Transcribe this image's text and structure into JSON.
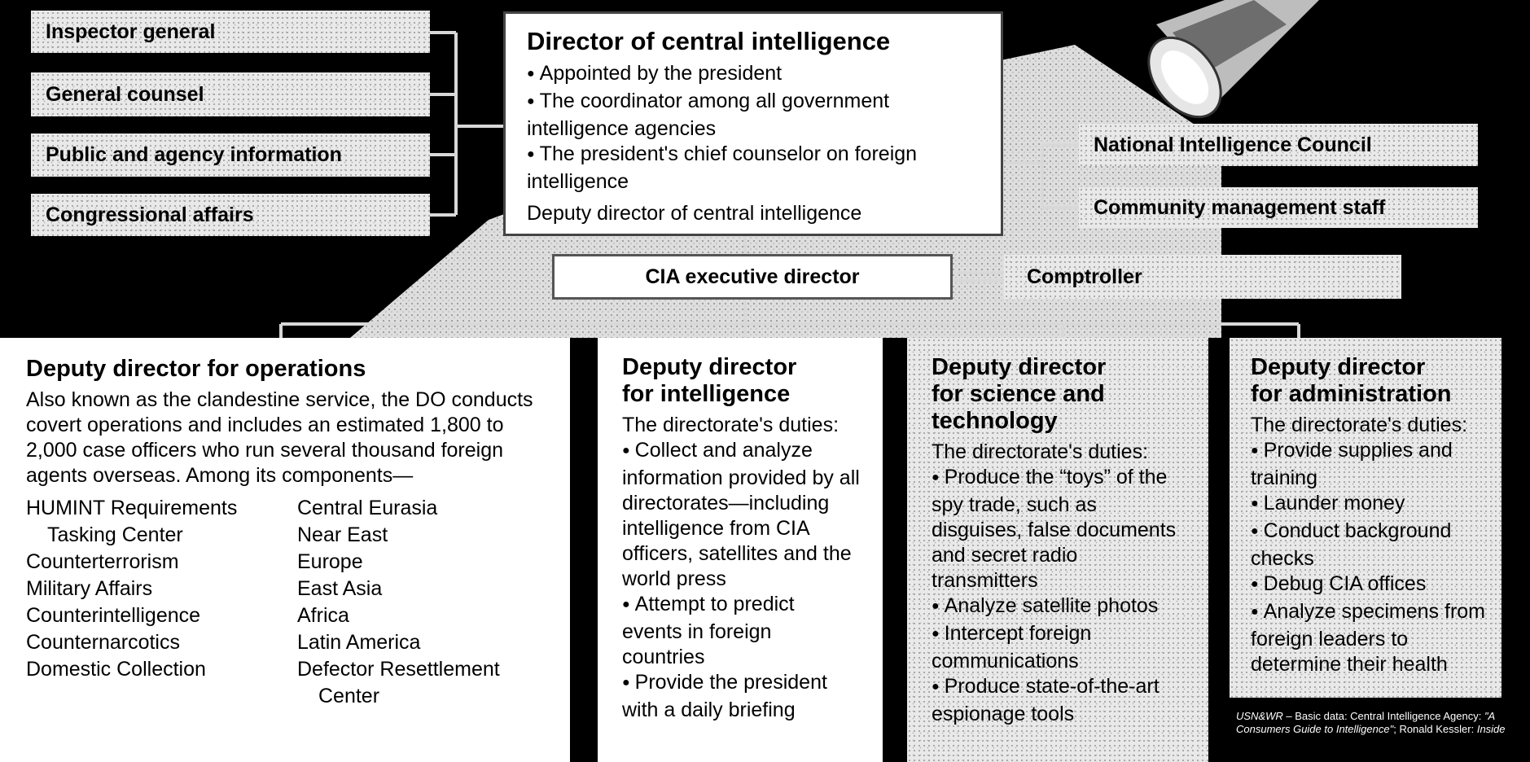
{
  "staff_boxes": [
    {
      "label": "Inspector general"
    },
    {
      "label": "General counsel"
    },
    {
      "label": "Public and agency information"
    },
    {
      "label": "Congressional affairs"
    }
  ],
  "dci": {
    "title": "Director of central intelligence",
    "bullets": [
      "Appointed by the president",
      "The coordinator among all government intelligence agencies",
      "The president's chief counselor on foreign intelligence"
    ],
    "deputy": "Deputy director of central intelligence"
  },
  "right_boxes": [
    {
      "label": "National Intelligence Council"
    },
    {
      "label": "Community management staff"
    }
  ],
  "executive": {
    "label": "CIA executive director"
  },
  "comptroller": {
    "label": "Comptroller"
  },
  "operations": {
    "title": "Deputy director for operations",
    "description": "Also known as the clandestine service, the DO conducts covert operations and includes an estimated 1,800 to 2,000 case officers who run several thousand foreign agents overseas. Among its components—",
    "components_left": [
      "HUMINT Requirements",
      "Tasking Center",
      "Counterterrorism",
      "Military Affairs",
      "Counterintelligence",
      "Counternarcotics",
      "Domestic Collection"
    ],
    "components_right": [
      "Central Eurasia",
      "Near East",
      "Europe",
      "East Asia",
      "Africa",
      "Latin America",
      "Defector Resettlement",
      "Center"
    ]
  },
  "intelligence": {
    "title_line1": "Deputy director",
    "title_line2": "for intelligence",
    "duties_intro": "The directorate's duties:",
    "duties": [
      "Collect and analyze information provided by all directorates—including intelligence from CIA officers, satellites and the world press",
      "Attempt to predict events in foreign countries",
      "Provide the president with a daily briefing"
    ]
  },
  "science": {
    "title_line1": "Deputy director",
    "title_line2": "for science and",
    "title_line3": "technology",
    "duties_intro": "The directorate's duties:",
    "duties": [
      "Produce the “toys” of the spy trade, such as disguises, false documents and secret radio transmitters",
      "Analyze satellite photos",
      "Intercept foreign communications",
      "Produce state-of-the-art espionage tools"
    ]
  },
  "administration": {
    "title_line1": "Deputy director",
    "title_line2": "for administration",
    "duties_intro": "The directorate's duties:",
    "duties": [
      "Provide supplies and training",
      "Launder money",
      "Conduct background checks",
      "Debug CIA offices",
      "Analyze specimens from foreign leaders to determine their health"
    ]
  },
  "credit": {
    "source": "USN&WR",
    "text": " – Basic data: Central Intelligence Agency: ",
    "ref1": "\"A Consumers Guide to Intelligence\"",
    "text2": "; Ronald Kessler: ",
    "ref2": "Inside"
  }
}
